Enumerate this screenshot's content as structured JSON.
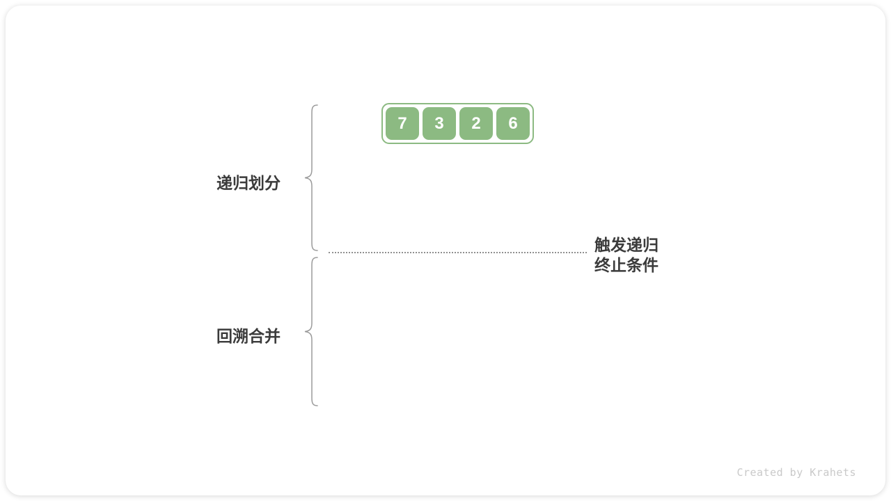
{
  "array": {
    "values": [
      "7",
      "3",
      "2",
      "6"
    ]
  },
  "labels": {
    "top_phase": "递归划分",
    "bottom_phase": "回溯合并"
  },
  "annotation": {
    "line1": "触发递归",
    "line2": "终止条件"
  },
  "footer": {
    "credit": "Created by Krahets"
  },
  "colors": {
    "green": "#8CBA82",
    "text_dark": "#3B3B3B",
    "brace": "#9A9A9A",
    "dotted": "#8F8F8F",
    "credit": "#C9C9C9"
  }
}
